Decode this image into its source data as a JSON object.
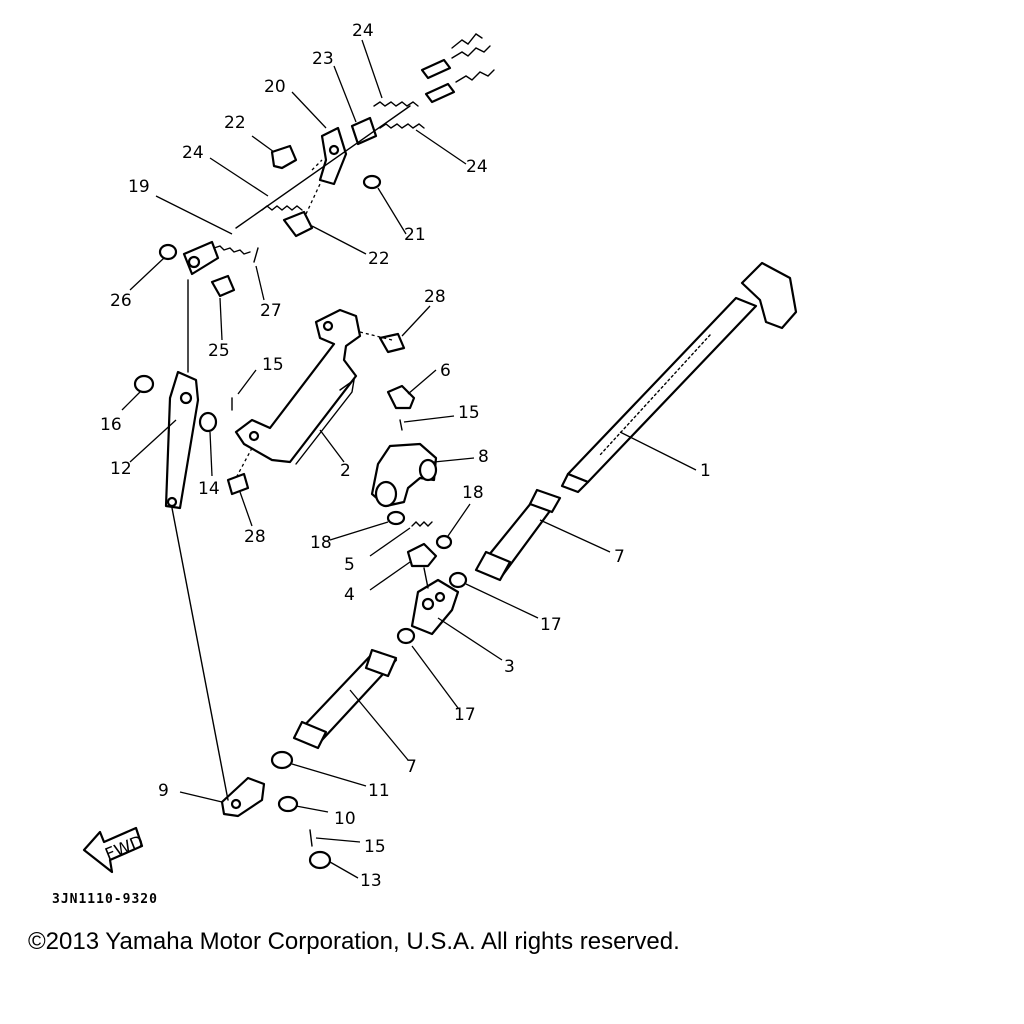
{
  "diagram": {
    "drawing_code": "3JN1110-9320",
    "copyright": "©2013 Yamaha Motor Corporation, U.S.A. All rights reserved.",
    "fwd_label": "FWD",
    "callouts": {
      "c1": "1",
      "c2": "2",
      "c3": "3",
      "c4": "4",
      "c5": "5",
      "c6": "6",
      "c7a": "7",
      "c7b": "7",
      "c8": "8",
      "c9": "9",
      "c10": "10",
      "c11": "11",
      "c12": "12",
      "c13": "13",
      "c14": "14",
      "c15a": "15",
      "c15b": "15",
      "c15c": "15",
      "c16": "16",
      "c17a": "17",
      "c17b": "17",
      "c18a": "18",
      "c18b": "18",
      "c19": "19",
      "c20": "20",
      "c21": "21",
      "c22a": "22",
      "c22b": "22",
      "c23": "23",
      "c24a": "24",
      "c24b": "24",
      "c24c": "24",
      "c25": "25",
      "c26": "26",
      "c27": "27",
      "c28a": "28",
      "c28b": "28"
    }
  }
}
